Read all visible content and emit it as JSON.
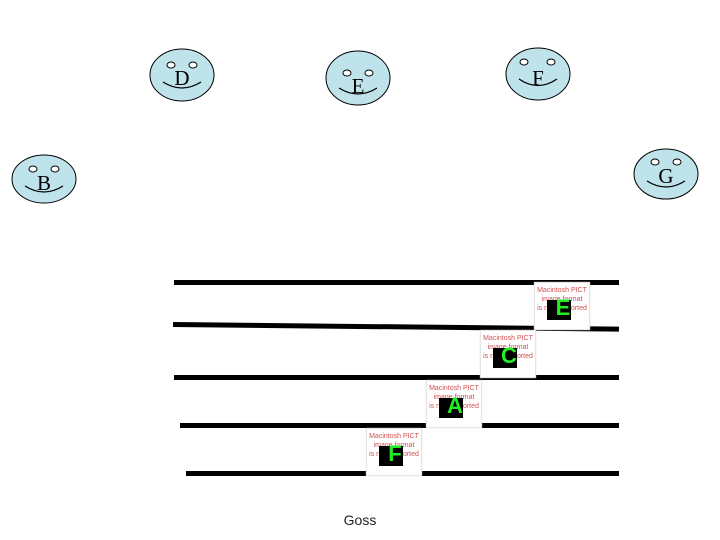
{
  "faces": [
    {
      "letter": "D"
    },
    {
      "letter": "E"
    },
    {
      "letter": "F"
    },
    {
      "letter": "B"
    },
    {
      "letter": "G"
    }
  ],
  "pictures": [
    {
      "placeholder_text": "Macintosh PICT\nimage format\nis not supported",
      "letter": "E"
    },
    {
      "placeholder_text": "Macintosh PICT\nimage format\nis not supported",
      "letter": "C"
    },
    {
      "placeholder_text": "Macintosh PICT\nimage format\nis not supported",
      "letter": "A"
    },
    {
      "placeholder_text": "Macintosh PICT\nimage format\nis not supported",
      "letter": "F"
    }
  ],
  "caption": "Goss",
  "colors": {
    "face_fill": "#bfe3eb",
    "face_stroke": "#000000",
    "pict_text": "#d05050",
    "pict_letter": "#22ee22"
  }
}
